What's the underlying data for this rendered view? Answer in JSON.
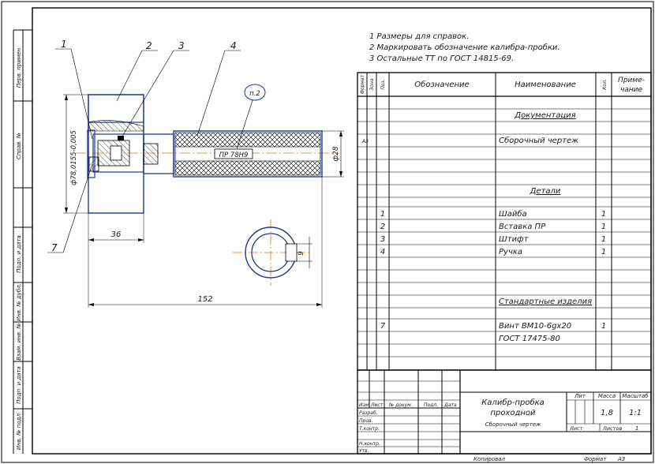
{
  "notes": [
    "1 Размеры для справок.",
    "2 Маркировать обозначение калибра-пробки.",
    "3 Остальные ТТ по ГОСТ 14815-69."
  ],
  "side_labels": [
    "Перв. примен.",
    "Справ. №",
    "Подп. и дата",
    "Инв. № дубл.",
    "Взам. инв. №",
    "Подп. и дата",
    "Инв. № подл."
  ],
  "drawing": {
    "leaders": [
      "1",
      "2",
      "3",
      "4",
      "7"
    ],
    "circle_label": "п.2",
    "marking": "ПР 78Н9",
    "dim_diameter": "ф78,0155-0,005",
    "dim_28": "ф28",
    "dim_36": "36",
    "dim_152": "152",
    "dim_9": "9"
  },
  "spec": {
    "headers": {
      "format": "Формат",
      "zone": "Зона",
      "pos": "Поз.",
      "designation": "Обозначение",
      "name": "Наименование",
      "qty": "Кол.",
      "note_line1": "Приме-",
      "note_line2": "чание"
    },
    "section_docs": "Документация",
    "row_doc_format": "А3",
    "row_doc_name": "Сборочный чертеж",
    "section_parts": "Детали",
    "parts": [
      {
        "pos": "1",
        "name": "Шайба",
        "qty": "1"
      },
      {
        "pos": "2",
        "name": "Вставка ПР",
        "qty": "1"
      },
      {
        "pos": "3",
        "name": "Штифт",
        "qty": "1"
      },
      {
        "pos": "4",
        "name": "Ручка",
        "qty": "1"
      }
    ],
    "section_std": "Стандартные изделия",
    "std_pos": "7",
    "std_name1": "Винт ВМ10-6gx20",
    "std_name2": "ГОСТ 17475-80",
    "std_qty": "1"
  },
  "titleblock": {
    "col_izm": "Изм",
    "col_list": "Лист",
    "col_doc": "№ докум.",
    "col_sign": "Подп.",
    "col_date": "Дата",
    "razrab": "Разраб.",
    "prov": "Пров.",
    "tkontr": "Т.контр.",
    "nkontr": "Н.контр.",
    "utv": "Утв.",
    "title1": "Калибр-пробка",
    "title2": "проходной",
    "subtitle": "Сборочный чертеж",
    "lit": "Лит",
    "massa": "Масса",
    "masshtab": "Масштаб",
    "mass_val": "1,8",
    "scale_val": "1:1",
    "sheet": "Лист",
    "sheets": "Листов",
    "sheets_val": "1"
  },
  "footer": {
    "kopiroval": "Копировал",
    "format": "Формат",
    "format_val": "А3"
  }
}
